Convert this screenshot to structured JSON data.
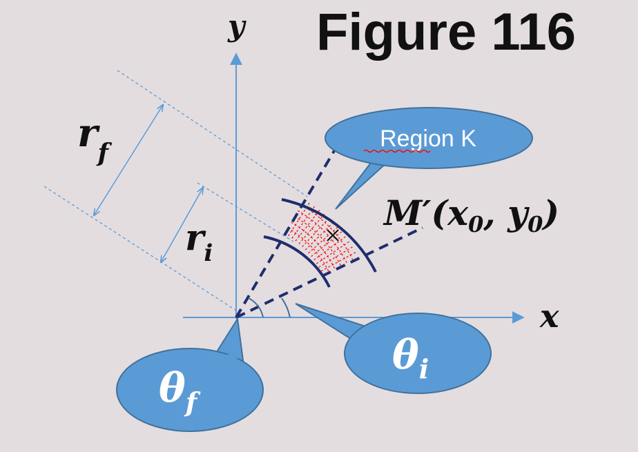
{
  "figure": {
    "title": "Figure 116"
  },
  "axes": {
    "x_label": "x",
    "y_label": "y"
  },
  "labels": {
    "r_final": "r",
    "r_final_sub": "f",
    "r_initial": "r",
    "r_initial_sub": "i",
    "point": "M′(x",
    "point_sub0": "0",
    "point_mid": ", y",
    "point_sub1": "0",
    "point_end": ")"
  },
  "callouts": {
    "region": "Region K",
    "theta_final": "θ",
    "theta_final_sub": "f",
    "theta_initial": "θ",
    "theta_initial_sub": "i"
  },
  "colors": {
    "background": "#e3dde0",
    "axis": "#5b9bd5",
    "callout_fill": "#5b9bd5",
    "callout_stroke": "#41719c",
    "region_lines": "#1f2d6b",
    "grid_red": "#ff0000",
    "text": "#111111",
    "spellcheck": "#ff0000"
  }
}
